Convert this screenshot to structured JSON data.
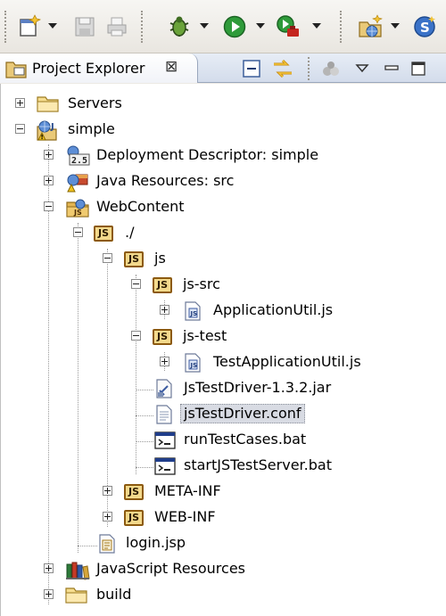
{
  "toolbar": {
    "buttons": [
      {
        "name": "new-wizard-icon"
      },
      {
        "name": "save-icon"
      },
      {
        "name": "print-icon"
      },
      {
        "name": "debug-icon"
      },
      {
        "name": "run-icon"
      },
      {
        "name": "external-tools-icon"
      },
      {
        "name": "new-web-project-icon"
      },
      {
        "name": "open-type-icon"
      }
    ]
  },
  "view": {
    "title": "Project Explorer",
    "close_glyph": "⊠",
    "actions": [
      "collapse-all-icon",
      "link-with-editor-icon",
      "focus-icon",
      "view-menu-icon",
      "minimize-icon",
      "maximize-icon"
    ]
  },
  "tree": {
    "selected": "jsTestDriver.conf",
    "items": [
      {
        "label": "Servers",
        "icon": "folder-icon",
        "expander": "plus"
      },
      {
        "label": "simple",
        "icon": "web-project-icon",
        "expander": "minus"
      },
      {
        "label": "Deployment Descriptor: simple",
        "icon": "deployment-descriptor-icon",
        "expander": "plus"
      },
      {
        "label": "Java Resources: src",
        "icon": "java-resources-icon",
        "expander": "plus"
      },
      {
        "label": "WebContent",
        "icon": "web-content-folder-icon",
        "expander": "minus"
      },
      {
        "label": "./",
        "icon": "js-folder-icon",
        "expander": "minus"
      },
      {
        "label": "js",
        "icon": "js-folder-icon",
        "expander": "minus"
      },
      {
        "label": "js-src",
        "icon": "js-folder-icon",
        "expander": "minus"
      },
      {
        "label": "ApplicationUtil.js",
        "icon": "js-file-icon",
        "expander": "plus"
      },
      {
        "label": "js-test",
        "icon": "js-folder-icon",
        "expander": "minus"
      },
      {
        "label": "TestApplicationUtil.js",
        "icon": "js-file-icon",
        "expander": "plus"
      },
      {
        "label": "JsTestDriver-1.3.2.jar",
        "icon": "jar-file-icon",
        "expander": "none"
      },
      {
        "label": "jsTestDriver.conf",
        "icon": "text-file-icon",
        "expander": "none"
      },
      {
        "label": "runTestCases.bat",
        "icon": "batch-file-icon",
        "expander": "none"
      },
      {
        "label": "startJSTestServer.bat",
        "icon": "batch-file-icon",
        "expander": "none"
      },
      {
        "label": "META-INF",
        "icon": "js-folder-icon",
        "expander": "plus"
      },
      {
        "label": "WEB-INF",
        "icon": "js-folder-icon",
        "expander": "plus"
      },
      {
        "label": "login.jsp",
        "icon": "jsp-file-icon",
        "expander": "none"
      },
      {
        "label": "JavaScript Resources",
        "icon": "library-icon",
        "expander": "plus"
      },
      {
        "label": "build",
        "icon": "folder-icon",
        "expander": "plus"
      }
    ],
    "js_badge": "JS"
  },
  "colors": {
    "selection": "#d8dbe3",
    "tab_gradient_top": "#e7edf6",
    "js_badge_fill": "#f3d98c"
  }
}
